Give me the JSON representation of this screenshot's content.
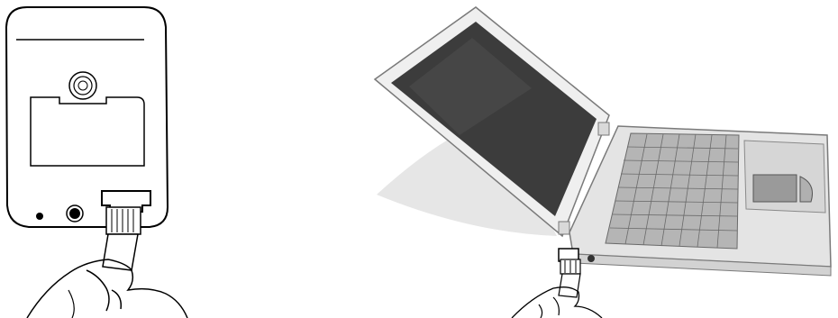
{
  "illustrations": [
    {
      "id": "camera-rear-panel",
      "icon": "network-camera-rear-icon",
      "shows": "ethernet-cable-plug-in"
    },
    {
      "id": "laptop-side",
      "icon": "laptop-icon",
      "shows": "ethernet-cable-plug-in"
    }
  ],
  "colors": {
    "stroke": "#000000",
    "panel": "#ffffff",
    "screen": "#3c3c3c",
    "laptop_body": "#e4e4e4",
    "keys": "#9a9a9a",
    "shadow": "#e6e6e6"
  }
}
